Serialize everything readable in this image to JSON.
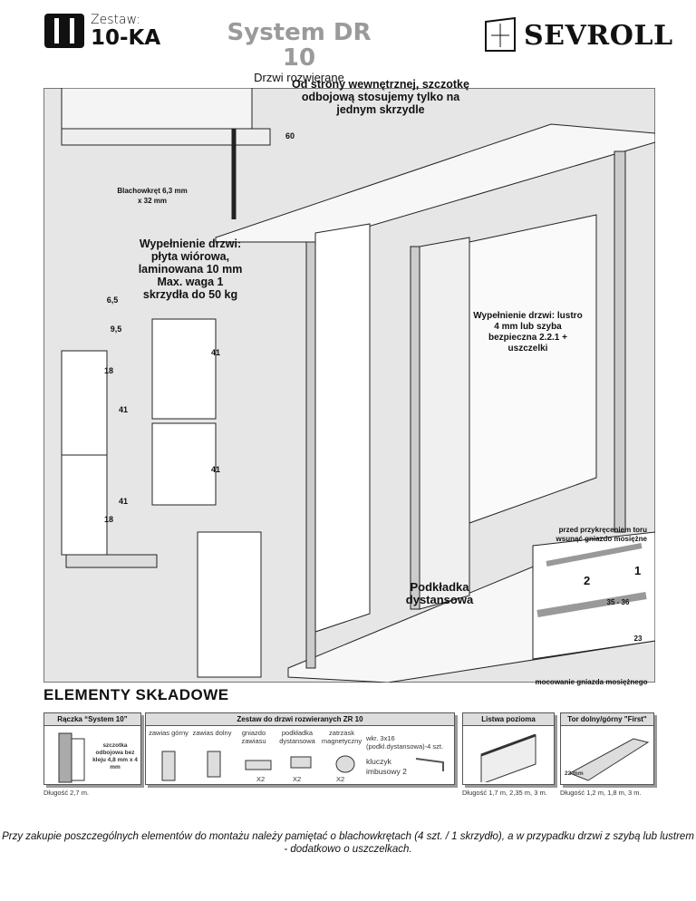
{
  "header": {
    "kit_label": "Zestaw:",
    "kit_code": "10-KA",
    "system_title": "System DR 10",
    "system_subtitle": "Drzwi rozwierane",
    "brand": "SEVROLL"
  },
  "diagram": {
    "note_top": "Od strony wewnętrznej, szczotkę odbojową stosujemy tylko na jednym skrzydle",
    "dim_60": "60",
    "screw": "Blachowkręt 6,3 mm x 32 mm",
    "fill_board": "Wypełnienie drzwi: płyta wiórowa, laminowana 10 mm Max. waga 1 skrzydła do 50 kg",
    "dim_65": "6,5",
    "dim_95": "9,5",
    "dims": [
      "41",
      "18",
      "41",
      "41",
      "41",
      "18"
    ],
    "fill_glass": "Wypełnienie drzwi: lustro 4 mm lub szyba bezpieczna 2.2.1 + uszczelki",
    "note_track": "przed przykręceniem toru wsunąć gniazdo mosiężne",
    "spacer": "Podkładka dystansowa",
    "step1": "1",
    "step2": "2",
    "dim_3536": "35 - 36",
    "dim_23": "23",
    "mount_caption": "mocowanie gniazda mosiężnego"
  },
  "elements": {
    "title": "ELEMENTY SKŁADOWE",
    "handle": {
      "title": "Rączka “System 10”",
      "note": "szczotka odbojowa bez kleju 4,8 mm x 4 mm",
      "length": "Długość 2,7 m."
    },
    "kit": {
      "title": "Zestaw do drzwi rozwieranych ZR 10",
      "items": [
        "zawias górny",
        "zawias dolny",
        "gniazdo zawiasu",
        "podkładka dystansowa",
        "zatrzask magnetyczny"
      ],
      "screw": "wkr. 3x16 (podkl.dystansowa)-4 szt.",
      "key": "kluczyk imbusowy 2",
      "qty": [
        "X2",
        "X2",
        "X2"
      ]
    },
    "rail": {
      "title": "Listwa pozioma",
      "length": "Długość 1,7 m, 2,35 m, 3 m."
    },
    "track": {
      "title": "Tor dolny/górny \"First\"",
      "dim": "22 mm",
      "length": "Długość 1,2 m, 1,8 m, 3 m."
    }
  },
  "footer": "Przy zakupie poszczególnych elementów do montażu należy pamiętać o blachowkrętach (4 szt. / 1 skrzydło), a w przypadku drzwi z szybą lub lustrem - dodatkowo o uszczelkach."
}
